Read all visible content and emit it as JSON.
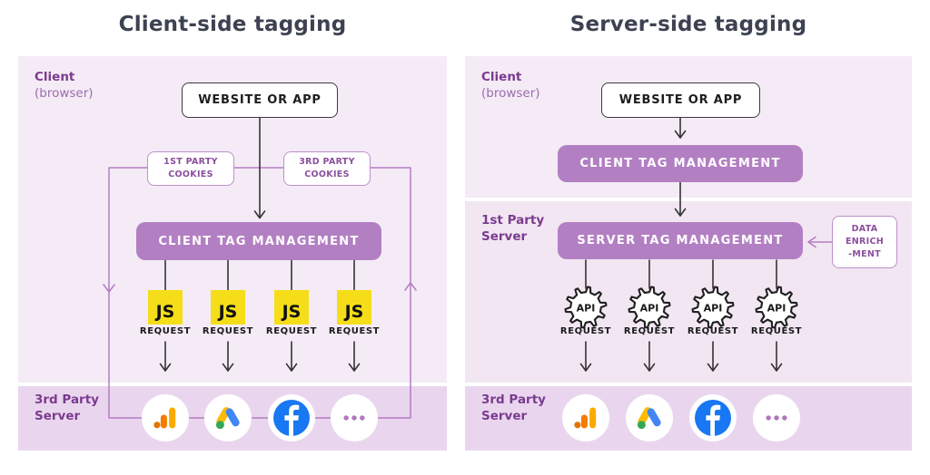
{
  "left": {
    "title": "Client-side tagging",
    "client_label": "Client",
    "client_sub": "(browser)",
    "website": "WEBSITE OR APP",
    "cookie1_line1": "1ST PARTY",
    "cookie1_line2": "COOKIES",
    "cookie2_line1": "3RD PARTY",
    "cookie2_line2": "COOKIES",
    "bar": "CLIENT TAG MANAGEMENT",
    "js": "JS",
    "request": "REQUEST",
    "row_label1": "3rd Party",
    "row_label2": "Server"
  },
  "right": {
    "title": "Server-side tagging",
    "client_label": "Client",
    "client_sub": "(browser)",
    "website": "WEBSITE OR APP",
    "client_bar": "CLIENT TAG MANAGEMENT",
    "first_label1": "1st Party",
    "first_label2": "Server",
    "server_bar": "SERVER TAG MANAGEMENT",
    "enrich_line1": "DATA",
    "enrich_line2": "ENRICH",
    "enrich_line3": "-MENT",
    "api": "API",
    "request": "REQUEST",
    "row_label1": "3rd Party",
    "row_label2": "Server"
  },
  "icons": {
    "logo1": "google-analytics",
    "logo2": "google-ads",
    "logo3": "facebook",
    "logo4": "ellipsis-more"
  },
  "colors": {
    "accent_purple": "#b37fc3",
    "outline_purple": "#bd8fcb",
    "label_purple": "#7a3b8f",
    "bg_client": "#f4ebf6",
    "bg_first_party": "#f2e6f2",
    "bg_third_party_row": "#e9d6ee",
    "js_yellow": "#f5de19",
    "arrow_dark": "#333333",
    "facebook_blue": "#1877f2",
    "ga_amber": "#f9ab00",
    "ga_orange": "#e37400",
    "ads_blue": "#4285f4",
    "ads_yellow": "#fbbc04",
    "ads_green": "#34a853",
    "title_color": "#3d4252"
  }
}
